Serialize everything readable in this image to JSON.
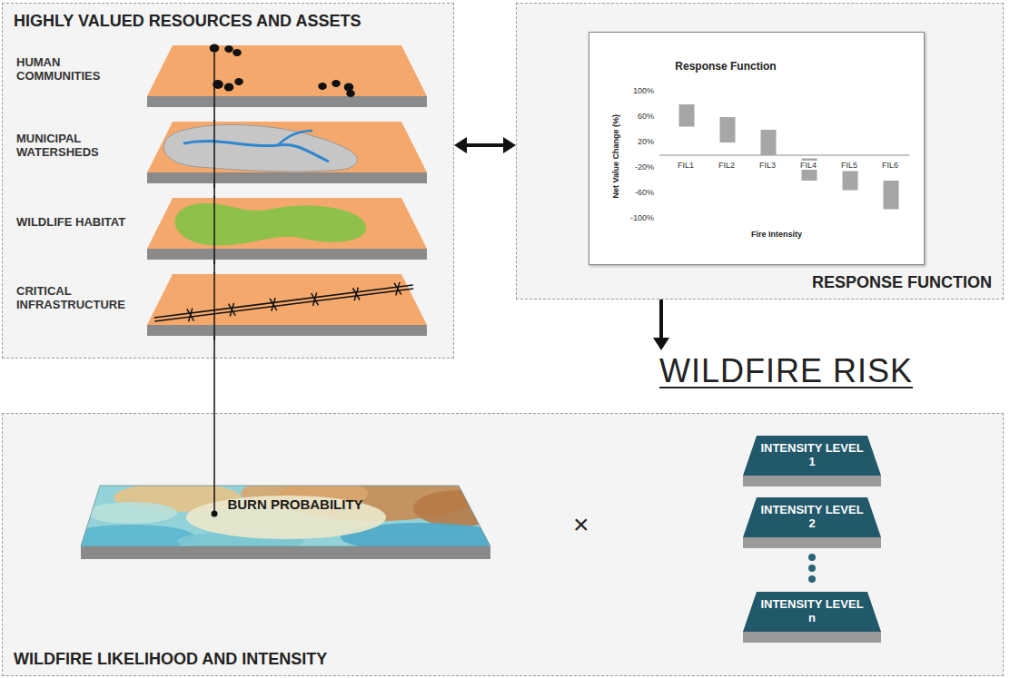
{
  "diagram": {
    "nodes": [
      {
        "text": [
          "HIGHLY VALUED RESOURCES AND ASSETS"
        ]
      },
      {
        "text": [
          "HUMAN COMMUNITIES"
        ],
        "in": 0
      },
      {
        "text": [
          "MUNICIPAL WATERSHEDS"
        ],
        "in": 0
      },
      {
        "text": [
          "WILDLIFE HABITAT"
        ],
        "in": 0
      },
      {
        "text": [
          "CRITICAL INFRASTRUCTURE"
        ],
        "in": 0
      },
      {
        "text": [
          "RESPONSE FUNCTION"
        ]
      },
      {
        "text": [
          "Response Function"
        ],
        "in": 5
      },
      {
        "text": [
          "WILDFIRE RISK"
        ]
      },
      {
        "text": [
          "WILDFIRE LIKELIHOOD AND INTENSITY"
        ]
      },
      {
        "text": [
          "BURN PROBABILITY"
        ],
        "in": 8
      },
      {
        "text": [
          "INTENSITY LEVEL 1"
        ],
        "in": 8
      },
      {
        "text": [
          "INTENSITY LEVEL 2"
        ],
        "in": 8
      },
      {
        "text": [
          "INTENSITY LEVEL n"
        ],
        "in": 8
      }
    ],
    "edges": [
      {
        "from": 0,
        "to": 5,
        "arrow": "both"
      },
      {
        "from": 5,
        "to": 7,
        "arrow": "to"
      },
      {
        "from": 1,
        "to": 9,
        "arrow": "none"
      }
    ],
    "labels": [
      "Net Value Change (%)",
      "100%",
      "60%",
      "20%",
      "-20%",
      "-60%",
      "-100%",
      "FIL1",
      "FIL2",
      "FIL3",
      "FIL4",
      "FIL5",
      "FIL6",
      "Fire Intensity",
      "×"
    ]
  }
}
